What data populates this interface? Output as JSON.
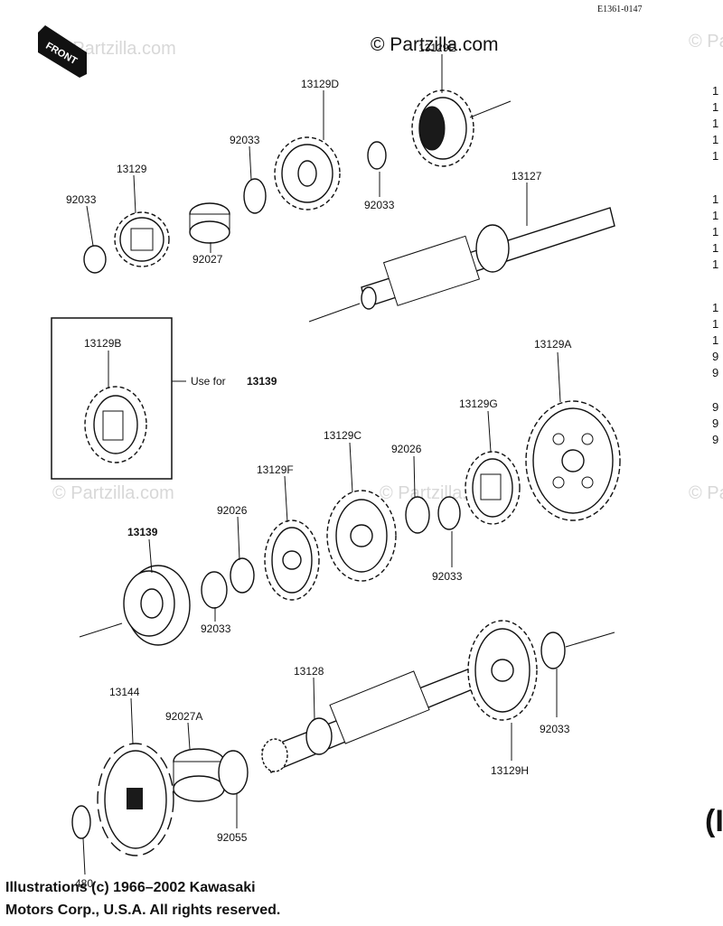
{
  "header": {
    "figure_code": "E1361-0147",
    "copyright": "© Partzilla.com",
    "watermark": "© Partzilla.com",
    "front_label": "FRONT"
  },
  "callouts": {
    "c13129D": "13129D",
    "c13129E": "13129E",
    "c92033_a": "92033",
    "c13129": "13129",
    "c92033_b": "92033",
    "c92033_c": "92033",
    "c92027": "92027",
    "c13127": "13127",
    "c13129B": "13129B",
    "use_for_prefix": "Use for",
    "use_for_part": "13139",
    "c13129A": "13129A",
    "c13129G": "13129G",
    "c13129C": "13129C",
    "c92026_a": "92026",
    "c13129F": "13129F",
    "c92026_b": "92026",
    "c13139": "13139",
    "c92033_d": "92033",
    "c92033_e": "92033",
    "c13128": "13128",
    "c92033_f": "92033",
    "c13144": "13144",
    "c92027A": "92027A",
    "c13129H": "13129H",
    "c92055": "92055",
    "c480": "480"
  },
  "footer": {
    "line1": "Illustrations (c) 1966–2002 Kawasaki",
    "line2": "Motors Corp., U.S.A.  All rights reserved."
  },
  "edge_fragments": [
    "1",
    "1",
    "1",
    "1",
    "1",
    "1",
    "1",
    "1",
    "1",
    "1",
    "1",
    "1",
    "1",
    "9",
    "9",
    "9",
    "9",
    "9"
  ],
  "edge_bold": "(I"
}
